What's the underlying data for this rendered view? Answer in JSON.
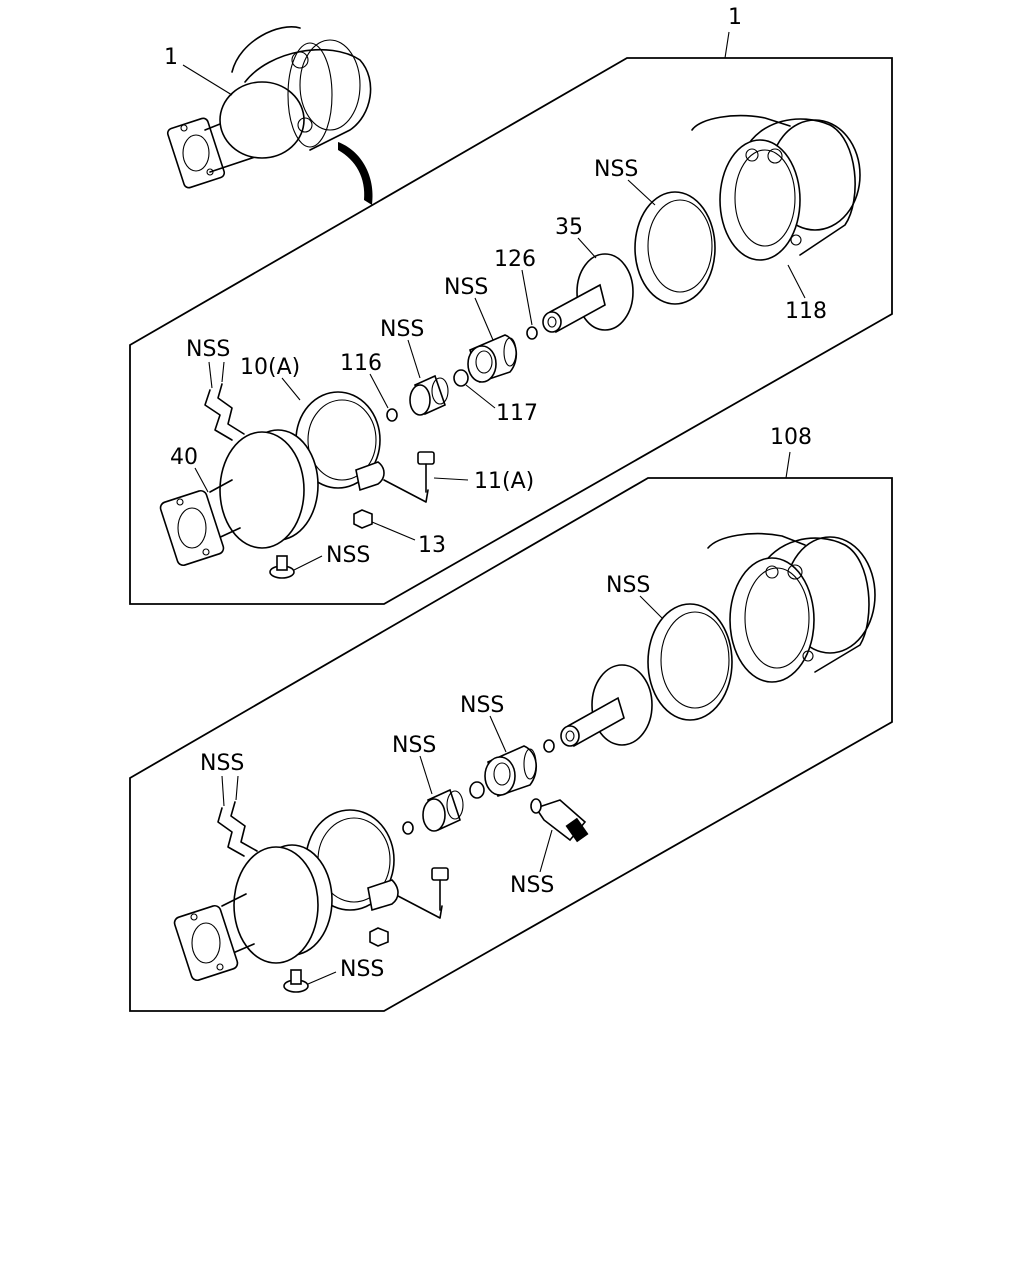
{
  "callouts": {
    "overview_ref": "1",
    "kit_upper_ref": "1",
    "kit_lower_ref": "108",
    "upper": {
      "nss_gasket_ring": "NSS",
      "ref_35": "35",
      "ref_126": "126",
      "nss_boot": "NSS",
      "nss_bushing": "NSS",
      "ref_116": "116",
      "ref_117": "117",
      "ref_118": "118",
      "nss_heat_shield": "NSS",
      "ref_10a": "10(A)",
      "ref_40": "40",
      "ref_11a": "11(A)",
      "ref_13": "13",
      "nss_bolt": "NSS"
    },
    "lower": {
      "nss_gasket_ring": "NSS",
      "nss_boot": "NSS",
      "nss_bushing": "NSS",
      "nss_heat_shield": "NSS",
      "nss_grease_tube": "NSS",
      "nss_bolt": "NSS"
    }
  }
}
